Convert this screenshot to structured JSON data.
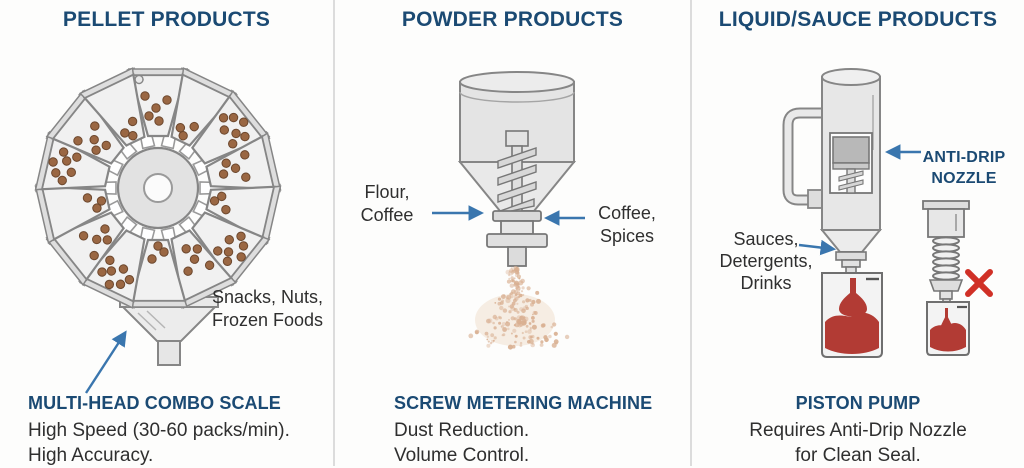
{
  "panels": [
    {
      "title": "PELLET PRODUCTS",
      "product_label": [
        "Snacks, Nuts,",
        "Frozen Foods"
      ],
      "machine_name": "MULTI-HEAD COMBO SCALE",
      "features": [
        "High Speed (30-60 packs/min).",
        "High Accuracy."
      ]
    },
    {
      "title": "POWDER PRODUCTS",
      "left_label": [
        "Flour,",
        "Coffee"
      ],
      "right_label": [
        "Coffee,",
        "Spices"
      ],
      "machine_name": "SCREW METERING MACHINE",
      "features": [
        "Dust Reduction.",
        "Volume Control."
      ]
    },
    {
      "title": "LIQUID/SAUCE PRODUCTS",
      "left_label": [
        "Sauces,",
        "Detergents,",
        "Drinks"
      ],
      "callout_label": [
        "ANTI-DRIP",
        "NOZZLE"
      ],
      "machine_name": "PISTON PUMP",
      "features": [
        "Requires Anti-Drip Nozzle",
        "for Clean Seal."
      ]
    }
  ],
  "colors": {
    "heading": "#1b4a73",
    "body_text": "#2f2f2f",
    "arrow": "#3a76ae",
    "pellet": "#9a6743",
    "powder": "#d9b092",
    "liquid": "#b23b34",
    "cross": "#d03026",
    "divider": "#dcdcdc"
  }
}
